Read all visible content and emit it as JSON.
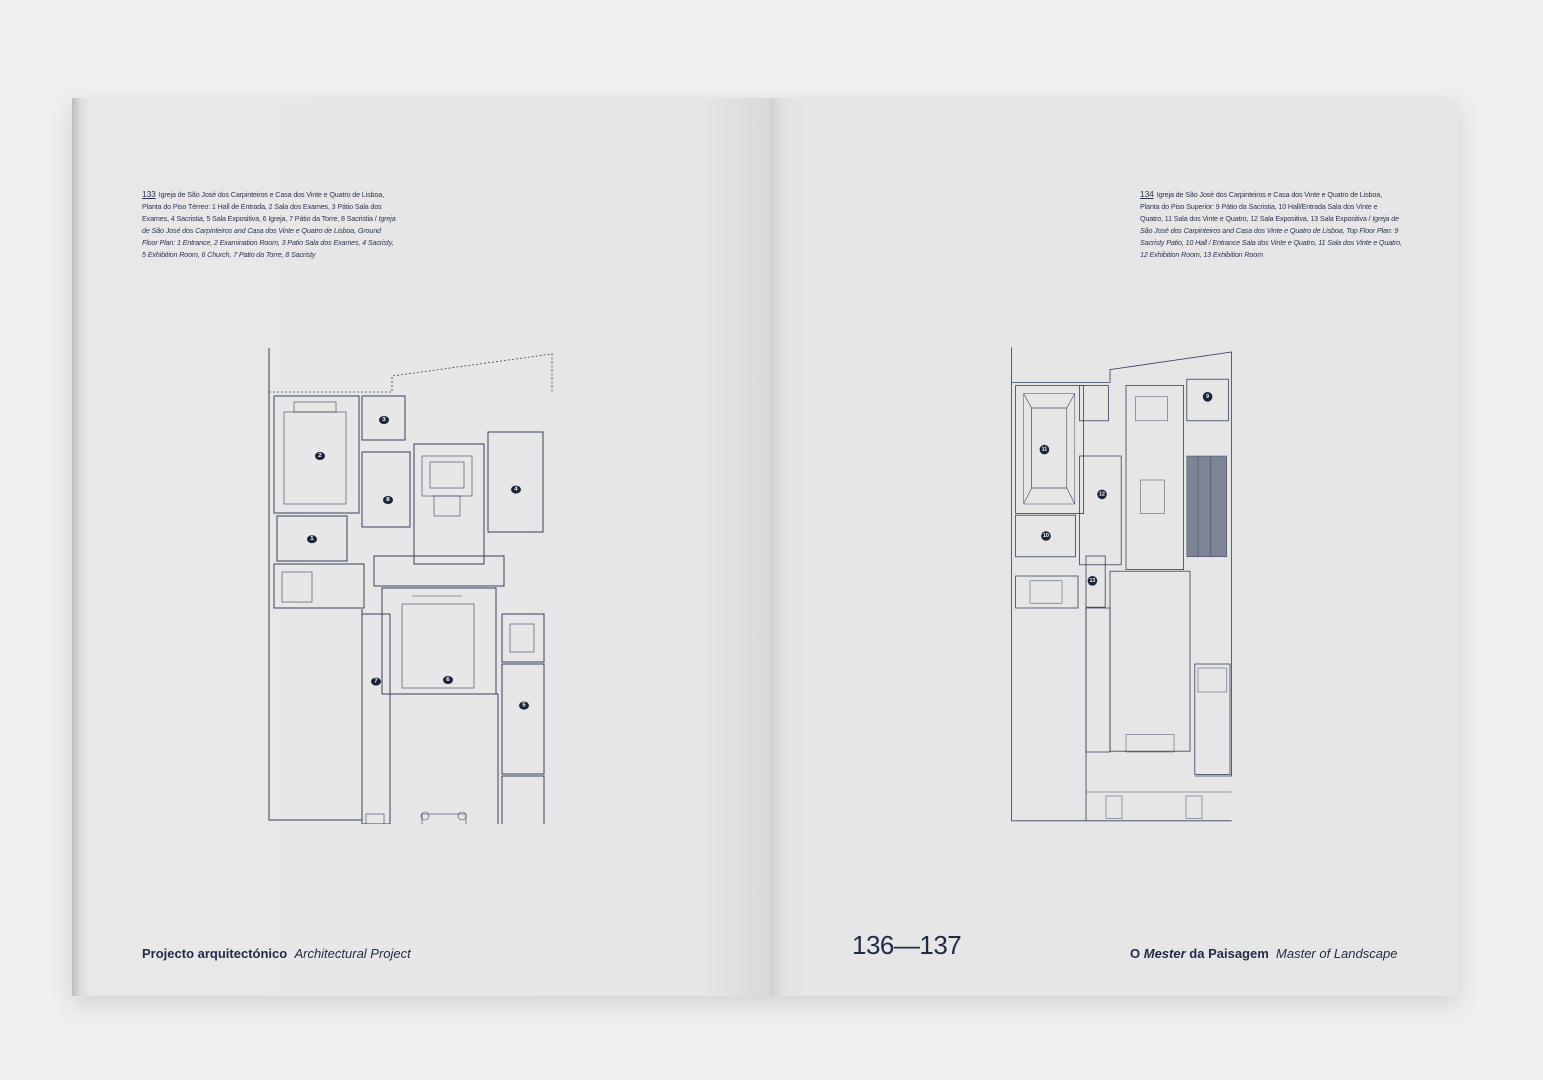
{
  "left_page": {
    "caption": {
      "number": "133",
      "pt": "Igreja de São José dos Carpinteiros e Casa dos Vinte e Quatro de Lisboa, Planta do Piso Térreo: 1  Hall de Entrada, 2  Sala dos Exames, 3  Pátio Sala dos Exames, 4  Sacristia, 5  Sala Expositiva, 6  Igreja, 7  Pátio da Torre, 8  Sacristia /",
      "en": "Igreja de São José dos Carpinteiros and Casa dos Vinte e Quatro de Lisboa, Ground Floor Plan: 1 Entrance, 2 Examination Room, 3 Patio Sala dos Exames, 4 Sacristy, 5 Exhibition Room, 6 Church, 7 Patio da Torre, 8 Sacristy"
    },
    "room_labels": [
      "1",
      "2",
      "3",
      "4",
      "5",
      "6",
      "7",
      "8"
    ],
    "footer": {
      "bold": "Projecto arquitectónico",
      "italic": "Architectural Project"
    }
  },
  "right_page": {
    "caption": {
      "number": "134",
      "pt": "Igreja de São José dos Carpinteiros e Casa dos Vinte e Quatro de Lisboa, Planta do Piso Superior: 9  Pátio da Sacristia, 10  Hall/Entrada Sala dos Vinte e Quatro, 11  Sala dos Vinte e Quatro, 12  Sala Expositiva, 13  Sala Expositiva /",
      "en": "Igreja de São José dos Carpinteiros and Casa dos Vinte e Quatro de Lisboa, Top Floor Plan: 9 Sacristy Patio, 10 Hall / Entrance Sala dos Vinte e Quatro, 11 Sala dos Vinte e Quatro, 12 Exhibition Room, 13 Exhibition Room"
    },
    "room_labels": [
      "9",
      "10",
      "11",
      "12",
      "13"
    ],
    "folio": "136—137",
    "footer": {
      "o": "O",
      "mester": "Mester",
      "da": "da Paisagem",
      "italic": "Master of Landscape"
    }
  }
}
